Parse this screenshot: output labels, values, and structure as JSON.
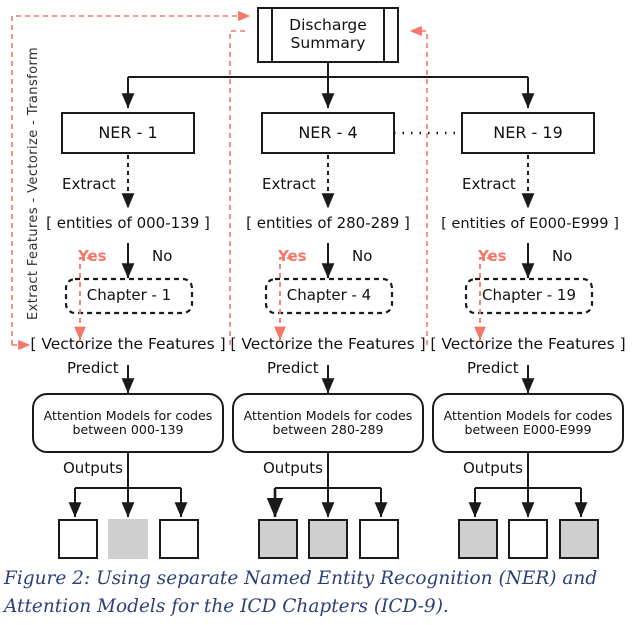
{
  "figure": {
    "caption_line1": "Figure 2: Using separate Named Entity Recognition (NER) and",
    "caption_line2": "Attention Models for the ICD Chapters (ICD-9)."
  },
  "colors": {
    "red_dashed": "#f4776a",
    "line": "#1a1a1a",
    "caption": "#2b3f7a",
    "output_filled": "#cfcfcf",
    "output_empty": "#ffffff"
  },
  "pipeline_label": "Extract Features - Vectorize - Transform",
  "source": {
    "title_line1": "Discharge",
    "title_line2": "Summary"
  },
  "branches": [
    {
      "ner": "NER - 1",
      "extract_label": "Extract",
      "entities": "[ entities of 000-139 ]",
      "yes_label": "Yes",
      "no_label": "No",
      "chapter": "Chapter - 1",
      "vectorize": "[ Vectorize the Features ]",
      "predict_label": "Predict",
      "model_line1": "Attention Models for codes",
      "model_line2": "between 000-139",
      "outputs_label": "Outputs",
      "outputs": [
        "empty",
        "filled",
        "empty"
      ]
    },
    {
      "ner": "NER - 4",
      "extract_label": "Extract",
      "entities": "[ entities of 280-289 ]",
      "yes_label": "Yes",
      "no_label": "No",
      "chapter": "Chapter - 4",
      "vectorize": "[ Vectorize the Features ]",
      "predict_label": "Predict",
      "model_line1": "Attention Models for codes",
      "model_line2": "between 280-289",
      "outputs_label": "Outputs",
      "outputs": [
        "filled",
        "filled",
        "empty"
      ]
    },
    {
      "ner": "NER - 19",
      "extract_label": "Extract",
      "entities": "[ entities of E000-E999 ]",
      "yes_label": "Yes",
      "no_label": "No",
      "chapter": "Chapter - 19",
      "vectorize": "[ Vectorize the Features ]",
      "predict_label": "Predict",
      "model_line1": "Attention Models for codes",
      "model_line2": "between E000-E999",
      "outputs_label": "Outputs",
      "outputs": [
        "filled",
        "empty",
        "filled"
      ]
    }
  ],
  "ellipsis_between_ner": "· · · · · ·"
}
